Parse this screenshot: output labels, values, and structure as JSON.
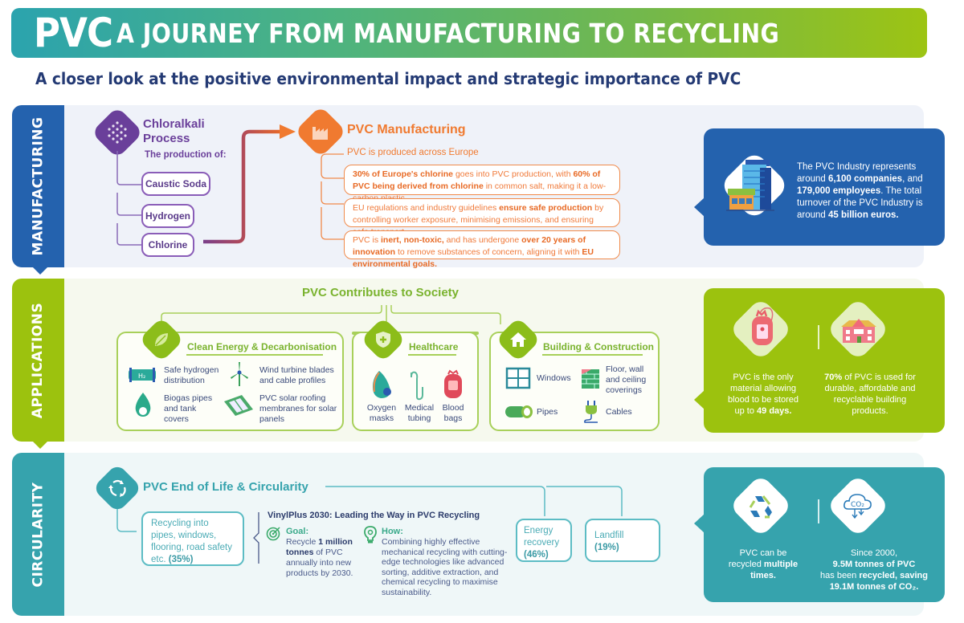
{
  "header": {
    "brand": "PVC",
    "title": "A JOURNEY FROM MANUFACTURING TO RECYCLING",
    "subtitle": "A closer look at the positive environmental impact and strategic importance of PVC"
  },
  "colors": {
    "manufacturing": "#2462ae",
    "applications": "#9cc20e",
    "circularity": "#36a3ad",
    "chloralkali": "#6a3f9a",
    "pvc_manufacturing": "#f07a30"
  },
  "sections": {
    "manufacturing": {
      "tab_label": "MANUFACTURING",
      "chloralkali": {
        "title_line1": "Chloralkali",
        "title_line2": "Process",
        "subtitle": "The production of:",
        "products": [
          "Caustic Soda",
          "Hydrogen",
          "Chlorine"
        ]
      },
      "pvc_manufacturing": {
        "title": "PVC Manufacturing",
        "intro": "PVC is produced across Europe",
        "facts": [
          {
            "b1": "30% of Europe's chlorine",
            "t1": " goes into PVC production, with ",
            "b2": "60% of PVC being derived from chlorine",
            "t2": " in common salt, making it a low-carbon plastic.",
            "t3": "",
            "b3": ""
          },
          {
            "b1": "",
            "t1": "EU regulations and industry guidelines ",
            "b2": "ensure safe production",
            "t2": " by controlling worker exposure, minimising emissions, and ensuring safe transport.",
            "t3": "",
            "b3": ""
          },
          {
            "b1": "",
            "t1": "PVC is ",
            "b2": "inert, non-toxic,",
            "t2": " and has undergone ",
            "b3": "over 20 years of innovation",
            "t3": " to remove substances of concern, aligning it with ",
            "b4": "EU environmental goals."
          }
        ]
      },
      "stat_card": {
        "t1": "The PVC Industry represents around ",
        "b1": "6,100 companies",
        "t2": ", and ",
        "b2": "179,000 employees",
        "t3": ". The total turnover of the PVC Industry is around ",
        "b3": "45 billion euros."
      }
    },
    "applications": {
      "tab_label": "APPLICATIONS",
      "title": "PVC Contributes to Society",
      "groups": [
        {
          "title": "Clean Energy & Decarbonisation",
          "items": [
            "Safe hydrogen distribution",
            "Wind turbine blades and cable profiles",
            "Biogas pipes and tank covers",
            "PVC solar roofing membranes for solar panels"
          ]
        },
        {
          "title": "Healthcare",
          "items": [
            "Oxygen masks",
            "Medical tubing",
            "Blood bags"
          ]
        },
        {
          "title": "Building & Construction",
          "items": [
            "Windows",
            "Floor, wall and ceiling coverings",
            "Pipes",
            "Cables"
          ]
        }
      ],
      "stat_card": {
        "left": {
          "t1": "PVC is the only material allowing blood to be stored up to ",
          "b1": "49 days."
        },
        "right": {
          "b1": "70%",
          "t1": " of PVC is used for durable, affordable and recyclable building products."
        }
      }
    },
    "circularity": {
      "tab_label": "CIRCULARITY",
      "title": "PVC End of Life & Circularity",
      "recycling": {
        "text": "Recycling into pipes, windows, flooring, road safety etc. ",
        "pct": "(35%)"
      },
      "energy_recovery": {
        "text": "Energy recovery",
        "pct": "(46%)"
      },
      "landfill": {
        "text": "Landfill",
        "pct": "(19%)"
      },
      "vinylplus": {
        "title": "VinylPlus 2030: Leading the Way in PVC Recycling",
        "goal_label": "Goal:",
        "goal_t1": "Recycle ",
        "goal_b1": "1 million tonnes",
        "goal_t2": " of PVC annually into new products by 2030.",
        "how_label": "How:",
        "how_text": "Combining highly effective mechanical recycling with cutting-edge technologies like advanced sorting, additive extraction, and chemical recycling to maximise sustainability."
      },
      "stat_card": {
        "left": {
          "t1": "PVC can be recycled ",
          "b1": "multiple times."
        },
        "right": {
          "t1": "Since 2000,",
          "b1": "9.5M tonnes of PVC",
          "t2": "has been ",
          "b2": "recycled, saving 19.1M tonnes of CO₂."
        }
      }
    }
  }
}
